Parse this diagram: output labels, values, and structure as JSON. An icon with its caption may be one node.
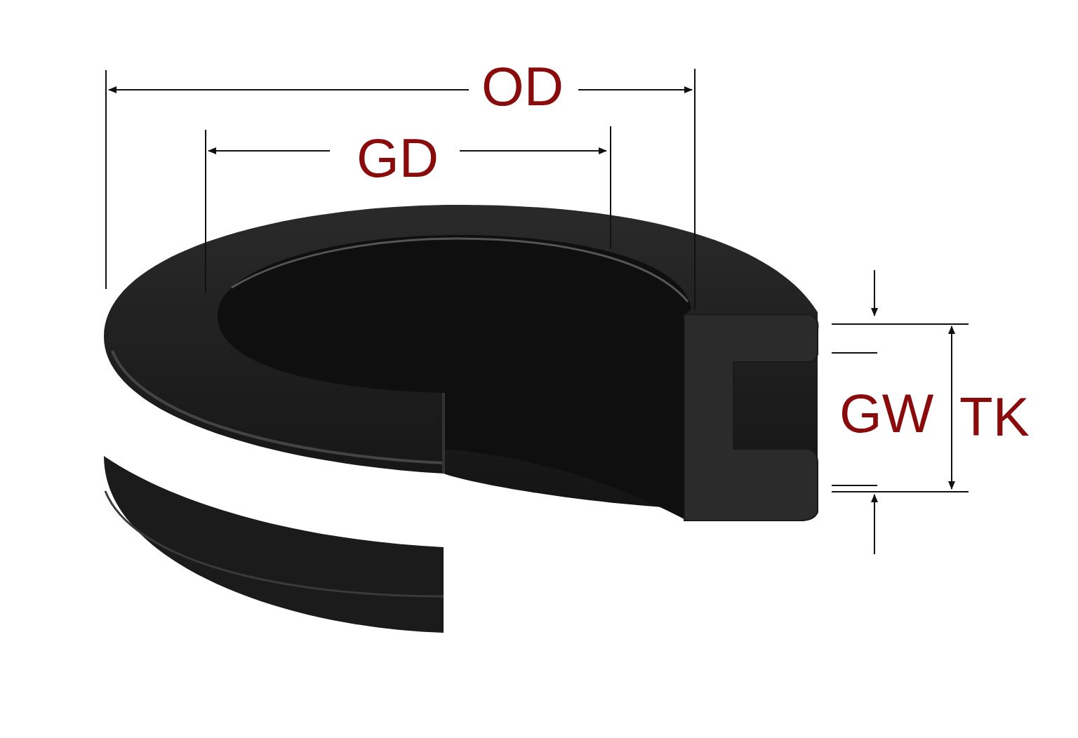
{
  "diagram": {
    "labels": [
      "OD",
      "GD",
      "GW",
      "TK"
    ]
  }
}
